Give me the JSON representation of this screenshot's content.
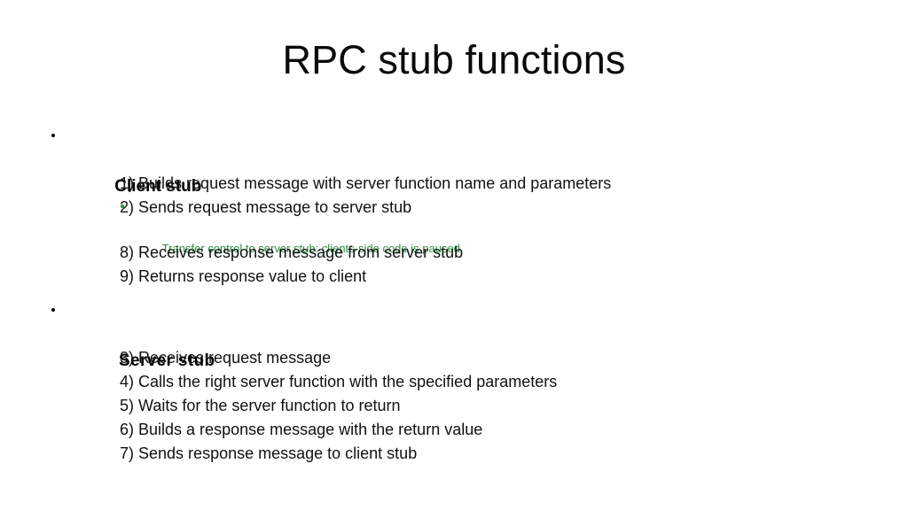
{
  "slide": {
    "title": "RPC stub functions",
    "background_color": "#ffffff",
    "text_color": "#000000",
    "accent_color": "#2e9141",
    "sections": [
      {
        "heading": "Client stub",
        "bullet_marker": "bullet-dot",
        "items": [
          {
            "text": "1) Builds request message with server function name and parameters"
          },
          {
            "text": "2) Sends request message to server stub"
          },
          {
            "text": "Transfer control to server stub: clients-side code is paused",
            "level": 3,
            "color": "#2e9141"
          },
          {
            "text": "8) Receives response message from server stub"
          },
          {
            "text": "9) Returns response value to client"
          }
        ]
      },
      {
        "heading": "Server stub",
        "bullet_marker": "bullet-dot",
        "items": [
          {
            "text": "3) Receives request message"
          },
          {
            "text": "4) Calls the right server function with the specified parameters"
          },
          {
            "text": "5) Waits for the server function to return"
          },
          {
            "text": "6) Builds a response message with the return value"
          },
          {
            "text": "7) Sends response message to client stub"
          }
        ]
      }
    ]
  }
}
